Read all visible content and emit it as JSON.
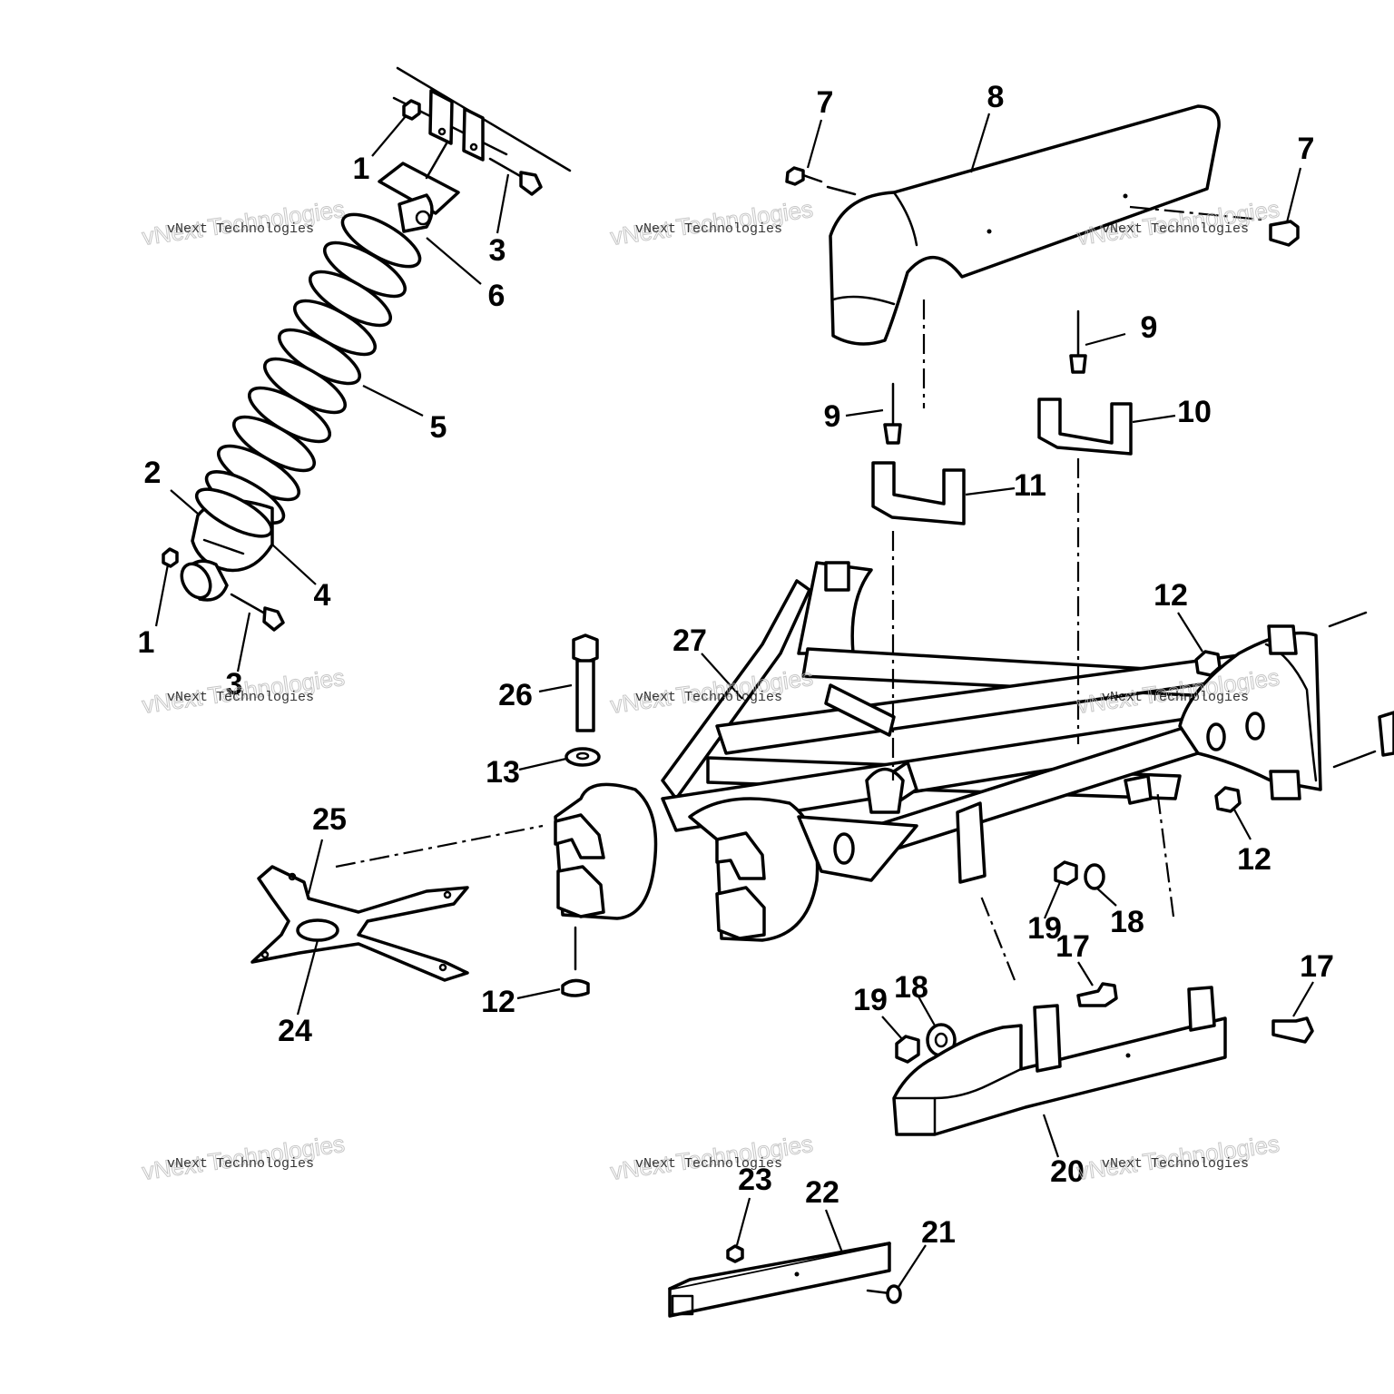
{
  "callouts": [
    {
      "label": "1"
    },
    {
      "label": "3"
    },
    {
      "label": "6"
    },
    {
      "label": "5"
    },
    {
      "label": "2"
    },
    {
      "label": "4"
    },
    {
      "label": "1"
    },
    {
      "label": "3"
    },
    {
      "label": "7"
    },
    {
      "label": "8"
    },
    {
      "label": "7"
    },
    {
      "label": "9"
    },
    {
      "label": "9"
    },
    {
      "label": "10"
    },
    {
      "label": "11"
    },
    {
      "label": "12"
    },
    {
      "label": "12"
    },
    {
      "label": "27"
    },
    {
      "label": "26"
    },
    {
      "label": "13"
    },
    {
      "label": "25"
    },
    {
      "label": "24"
    },
    {
      "label": "12"
    },
    {
      "label": "19"
    },
    {
      "label": "18"
    },
    {
      "label": "17"
    },
    {
      "label": "19"
    },
    {
      "label": "18"
    },
    {
      "label": "17"
    },
    {
      "label": "20"
    },
    {
      "label": "23"
    },
    {
      "label": "22"
    },
    {
      "label": "21"
    }
  ],
  "watermark": {
    "line1": "vNext Technologies",
    "line2": "vNext Technologies"
  }
}
